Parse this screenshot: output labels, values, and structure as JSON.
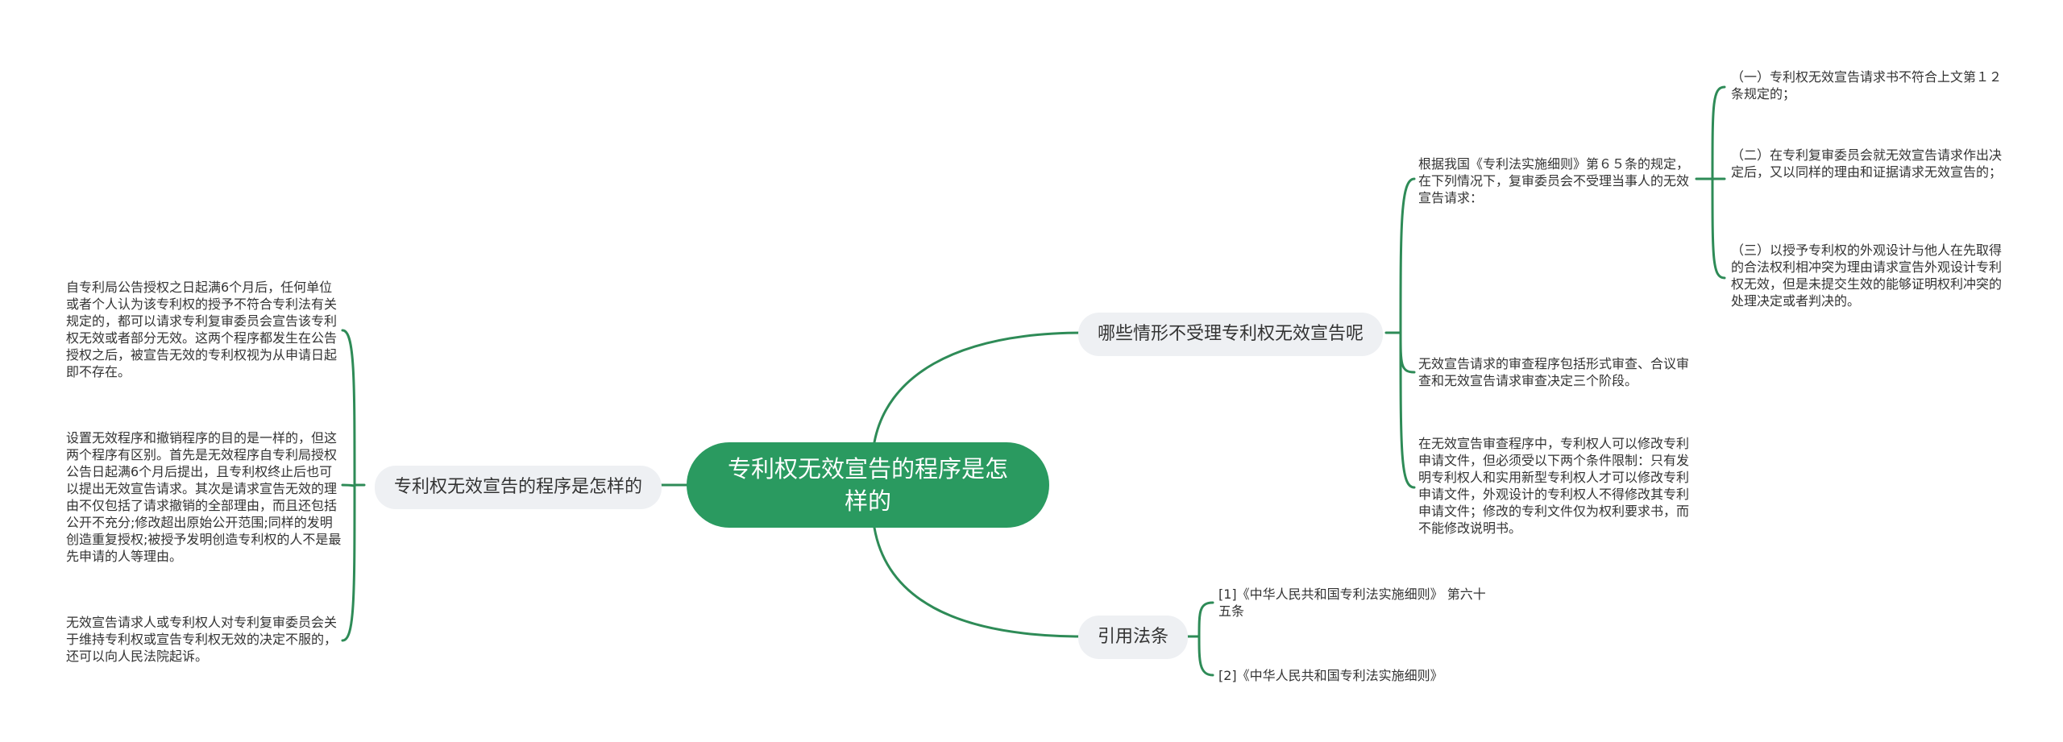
{
  "central": {
    "title": "专利权无效宣告的程序是怎样的"
  },
  "left_branch": {
    "label": "专利权无效宣告的程序是怎样的",
    "items": [
      "自专利局公告授权之日起满6个月后，任何单位或者个人认为该专利权的授予不符合专利法有关规定的，都可以请求专利复审委员会宣告该专利权无效或者部分无效。这两个程序都发生在公告授权之后，被宣告无效的专利权视为从申请日起即不存在。",
      "设置无效程序和撤销程序的目的是一样的，但这两个程序有区别。首先是无效程序自专利局授权公告日起满6个月后提出，且专利权终止后也可以提出无效宣告请求。其次是请求宣告无效的理由不仅包括了请求撤销的全部理由，而且还包括公开不充分;修改超出原始公开范围;同样的发明创造重复授权;被授予发明创造专利权的人不是最先申请的人等理由。",
      "无效宣告请求人或专利权人对专利复审委员会关于维持专利权或宣告专利权无效的决定不服的，还可以向人民法院起诉。"
    ]
  },
  "right_branch_1": {
    "label": "哪些情形不受理专利权无效宣告呢",
    "items": [
      "根据我国《专利法实施细则》第６５条的规定，在下列情况下，复审委员会不受理当事人的无效宣告请求：",
      "无效宣告请求的审查程序包括形式审查、合议审查和无效宣告请求审查决定三个阶段。",
      "在无效宣告审查程序中，专利权人可以修改专利申请文件，但必须受以下两个条件限制：只有发明专利权人和实用新型专利权人才可以修改专利申请文件，外观设计的专利权人不得修改其专利申请文件；修改的专利文件仅为权利要求书，而不能修改说明书。"
    ],
    "sub_items": [
      "（一）专利权无效宣告请求书不符合上文第１２条规定的；",
      "（二）在专利复审委员会就无效宣告请求作出决定后，又以同样的理由和证据请求无效宣告的；",
      "（三）以授予专利权的外观设计与他人在先取得的合法权利相冲突为理由请求宣告外观设计专利权无效，但是未提交生效的能够证明权利冲突的处理决定或者判决的。"
    ]
  },
  "right_branch_2": {
    "label": "引用法条",
    "items": [
      "[1]《中华人民共和国专利法实施细则》 第六十五条",
      "[2]《中华人民共和国专利法实施细则》"
    ]
  },
  "colors": {
    "central_fill": "#2a9a60",
    "line": "#2e8b57",
    "branch_fill": "#eef0f3",
    "text": "#333333"
  }
}
